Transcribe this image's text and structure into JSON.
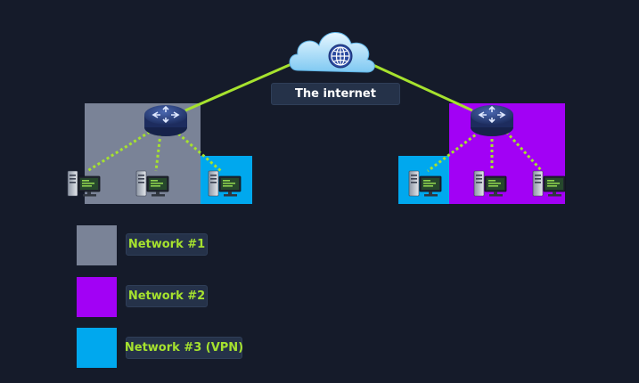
{
  "internet": {
    "label": "The internet"
  },
  "networks": [
    {
      "id": "net1",
      "label": "Network #1",
      "color": "#7a8397"
    },
    {
      "id": "net2",
      "label": "Network #2",
      "color": "#a201f5"
    },
    {
      "id": "net3",
      "label": "Network #3 (VPN)",
      "color": "#00a8ee"
    }
  ],
  "colors": {
    "background": "#151b2a",
    "link_line": "#a6e22e",
    "router": "#2b3f7a",
    "cloud": "#bfe6fb",
    "label_bg": "#253249",
    "label_text_green": "#a6e22e"
  }
}
